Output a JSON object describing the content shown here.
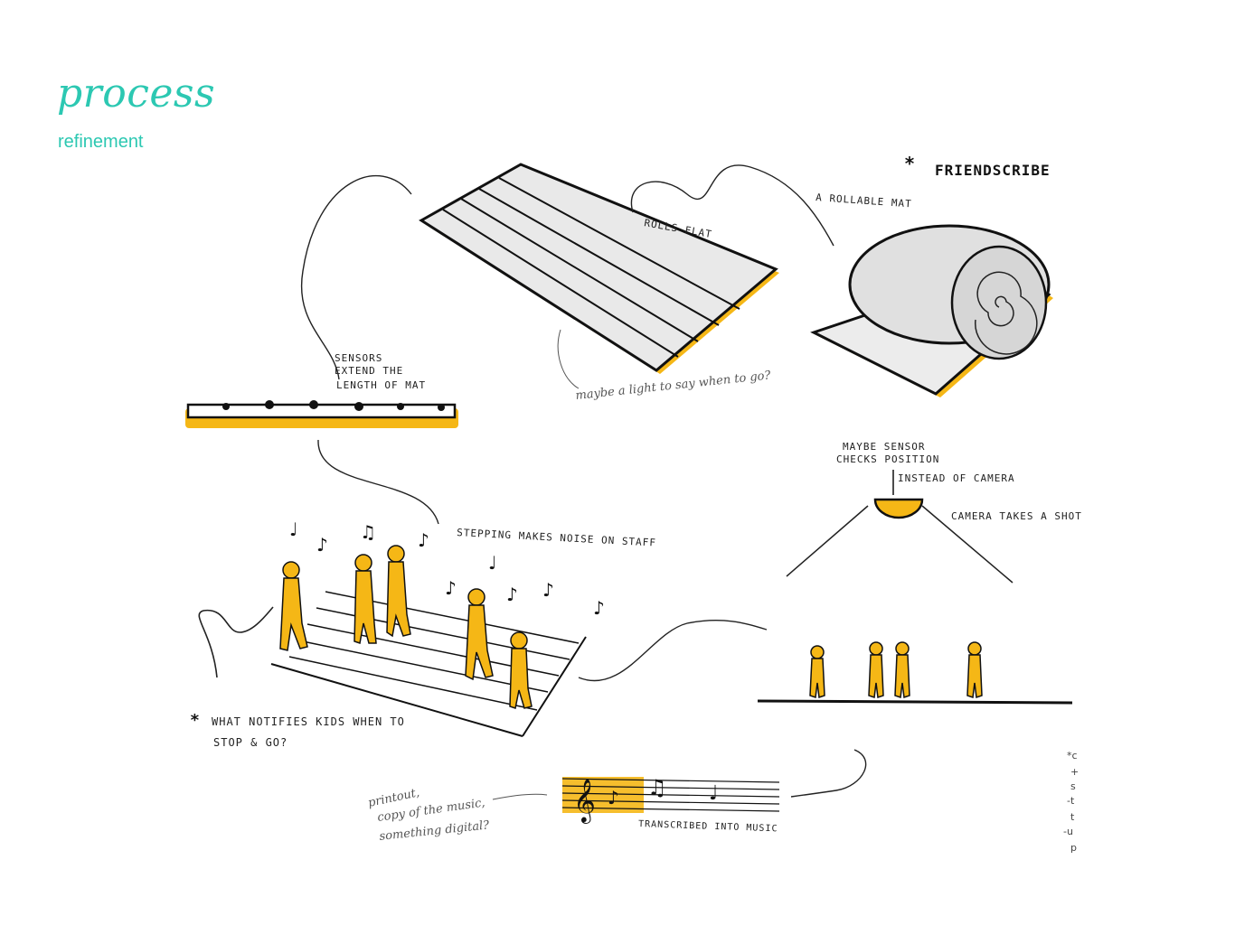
{
  "header": {
    "title": "process",
    "subtitle": "refinement"
  },
  "colors": {
    "accent": "#2cc8b2",
    "marker_yellow": "#f5b716",
    "ink": "#222222"
  },
  "sketch": {
    "heading": "FRIENDSCRIBE",
    "heading_star": "*",
    "labels": {
      "rolls_flat": "ROLLS FLAT",
      "rollable_mat": "A ROLLABLE MAT",
      "sensors_1": "SENSORS",
      "sensors_2": "EXTEND THE",
      "sensors_3": "LENGTH OF MAT",
      "light_note": "maybe a light to say when to go?",
      "maybe_sensor_1": "MAYBE SENSOR",
      "maybe_sensor_2": "CHECKS POSITION",
      "instead_camera": "INSTEAD OF CAMERA",
      "camera_shot": "CAMERA TAKES A SHOT",
      "stepping": "STEPPING MAKES NOISE ON STAFF",
      "notifies_1": "WHAT NOTIFIES KIDS WHEN TO",
      "notifies_2": "STOP & GO?",
      "notifies_star": "*",
      "printout_1": "printout,",
      "printout_2": "copy of the music,",
      "printout_3": "something digital?",
      "transcribed": "TRANSCRIBED INTO MUSIC"
    },
    "margin_marks": [
      "*c",
      "+",
      "s",
      "-t",
      "t",
      "-u",
      "p"
    ]
  }
}
